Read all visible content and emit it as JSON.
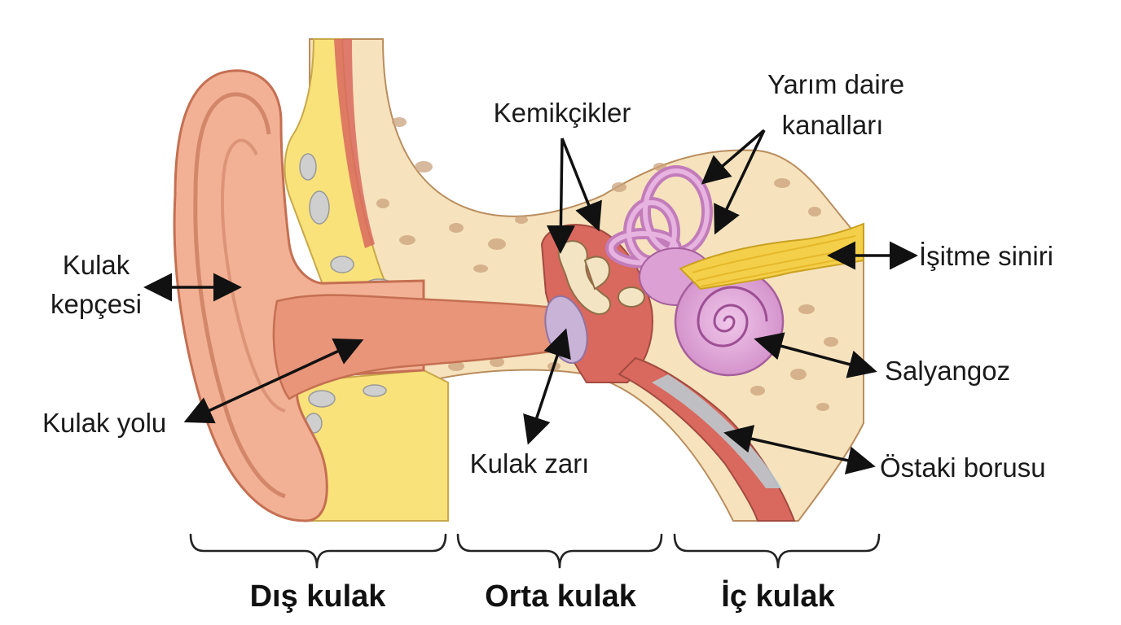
{
  "labels": {
    "pinna_line1": "Kulak",
    "pinna_line2": "kepçesi",
    "ear_canal": "Kulak yolu",
    "ossicles": "Kemikçikler",
    "semicircular_line1": "Yarım daire",
    "semicircular_line2": "kanalları",
    "auditory_nerve": "İşitme siniri",
    "cochlea": "Salyangoz",
    "eustachian_tube": "Östaki borusu",
    "eardrum": "Kulak zarı"
  },
  "sections": {
    "outer": "Dış kulak",
    "middle": "Orta kulak",
    "inner": "İç kulak"
  },
  "colors": {
    "skin": "#f2b195",
    "skin_dark": "#e39476",
    "canal": "#e8957a",
    "bone": "#f6e3bd",
    "bone_spot": "#c9a27c",
    "cartilage": "#f9e27a",
    "cochlea": "#d99ad3",
    "nerve": "#f4cf4a",
    "muscle": "#d9685e"
  }
}
